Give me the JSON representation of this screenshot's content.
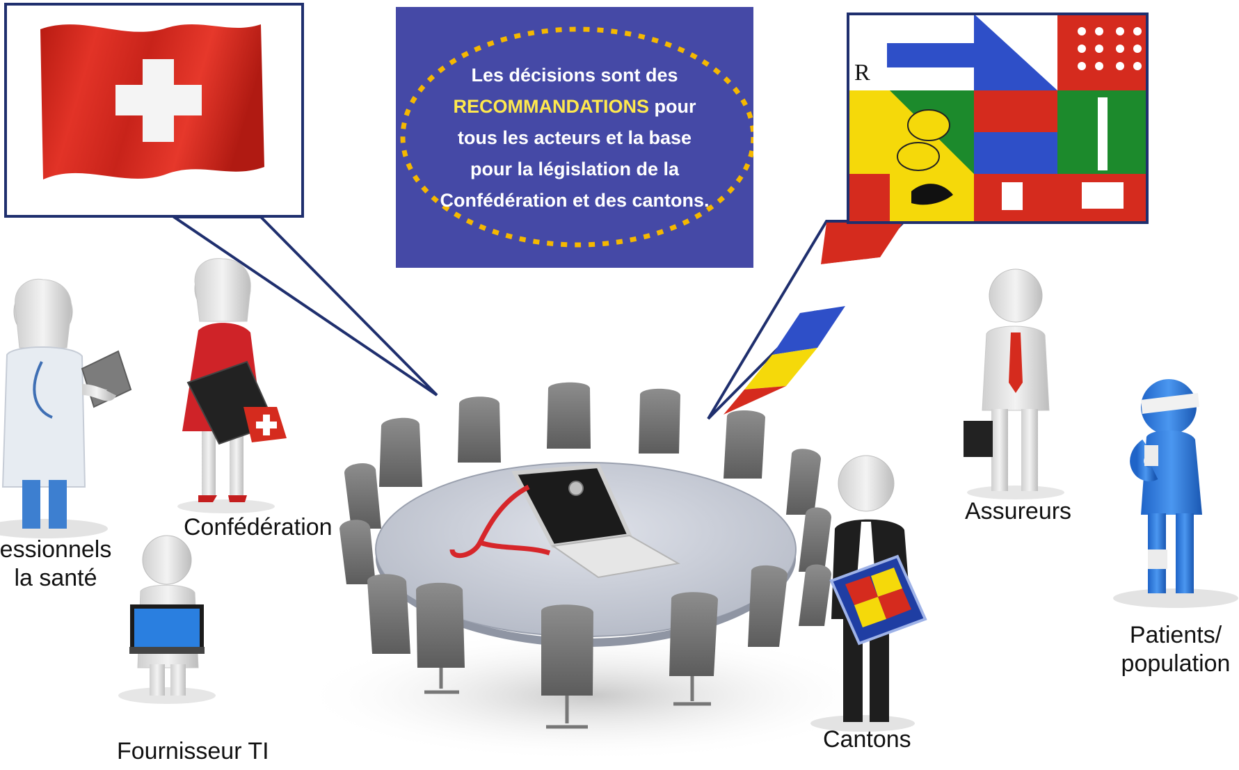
{
  "callout": {
    "line1": "Les décisions sont des",
    "highlight": "RECOMMANDATIONS",
    "line2_rest": " pour",
    "line3": "tous les acteurs et la base",
    "line4": "pour la législation de la",
    "line5": "Confédération et des cantons."
  },
  "actors": {
    "professionals_line1": "essionnels",
    "professionals_line2": "la santé",
    "confederation": "Confédération",
    "it_provider": "Fournisseur TI",
    "cantons": "Cantons",
    "insurers": "Assureurs",
    "patients_line1": "Patients/",
    "patients_line2": "population"
  },
  "colors": {
    "callout_bg": "#4549a6",
    "callout_highlight": "#ffe94d",
    "dotted_border": "#f5b800",
    "swiss_red": "#d52b1e",
    "frame_navy": "#1f2f6e"
  },
  "icons": {
    "swiss_flag": "swiss-flag-icon",
    "cantonal_flags": "cantonal-flags-icon",
    "round_table": "round-table-icon",
    "laptop": "laptop-stethoscope-icon"
  }
}
